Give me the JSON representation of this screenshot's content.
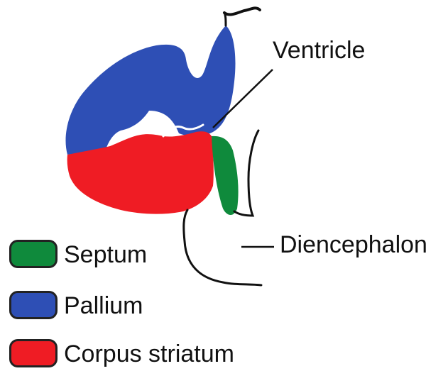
{
  "labels": {
    "ventricle": "Ventricle",
    "diencephalon": "Diencephalon"
  },
  "legend": [
    {
      "label": "Septum",
      "color": "#0f8a3c"
    },
    {
      "label": "Pallium",
      "color": "#2e4fb5"
    },
    {
      "label": "Corpus striatum",
      "color": "#ef1c24"
    }
  ],
  "colors": {
    "outline": "#111111",
    "background": "#ffffff"
  }
}
